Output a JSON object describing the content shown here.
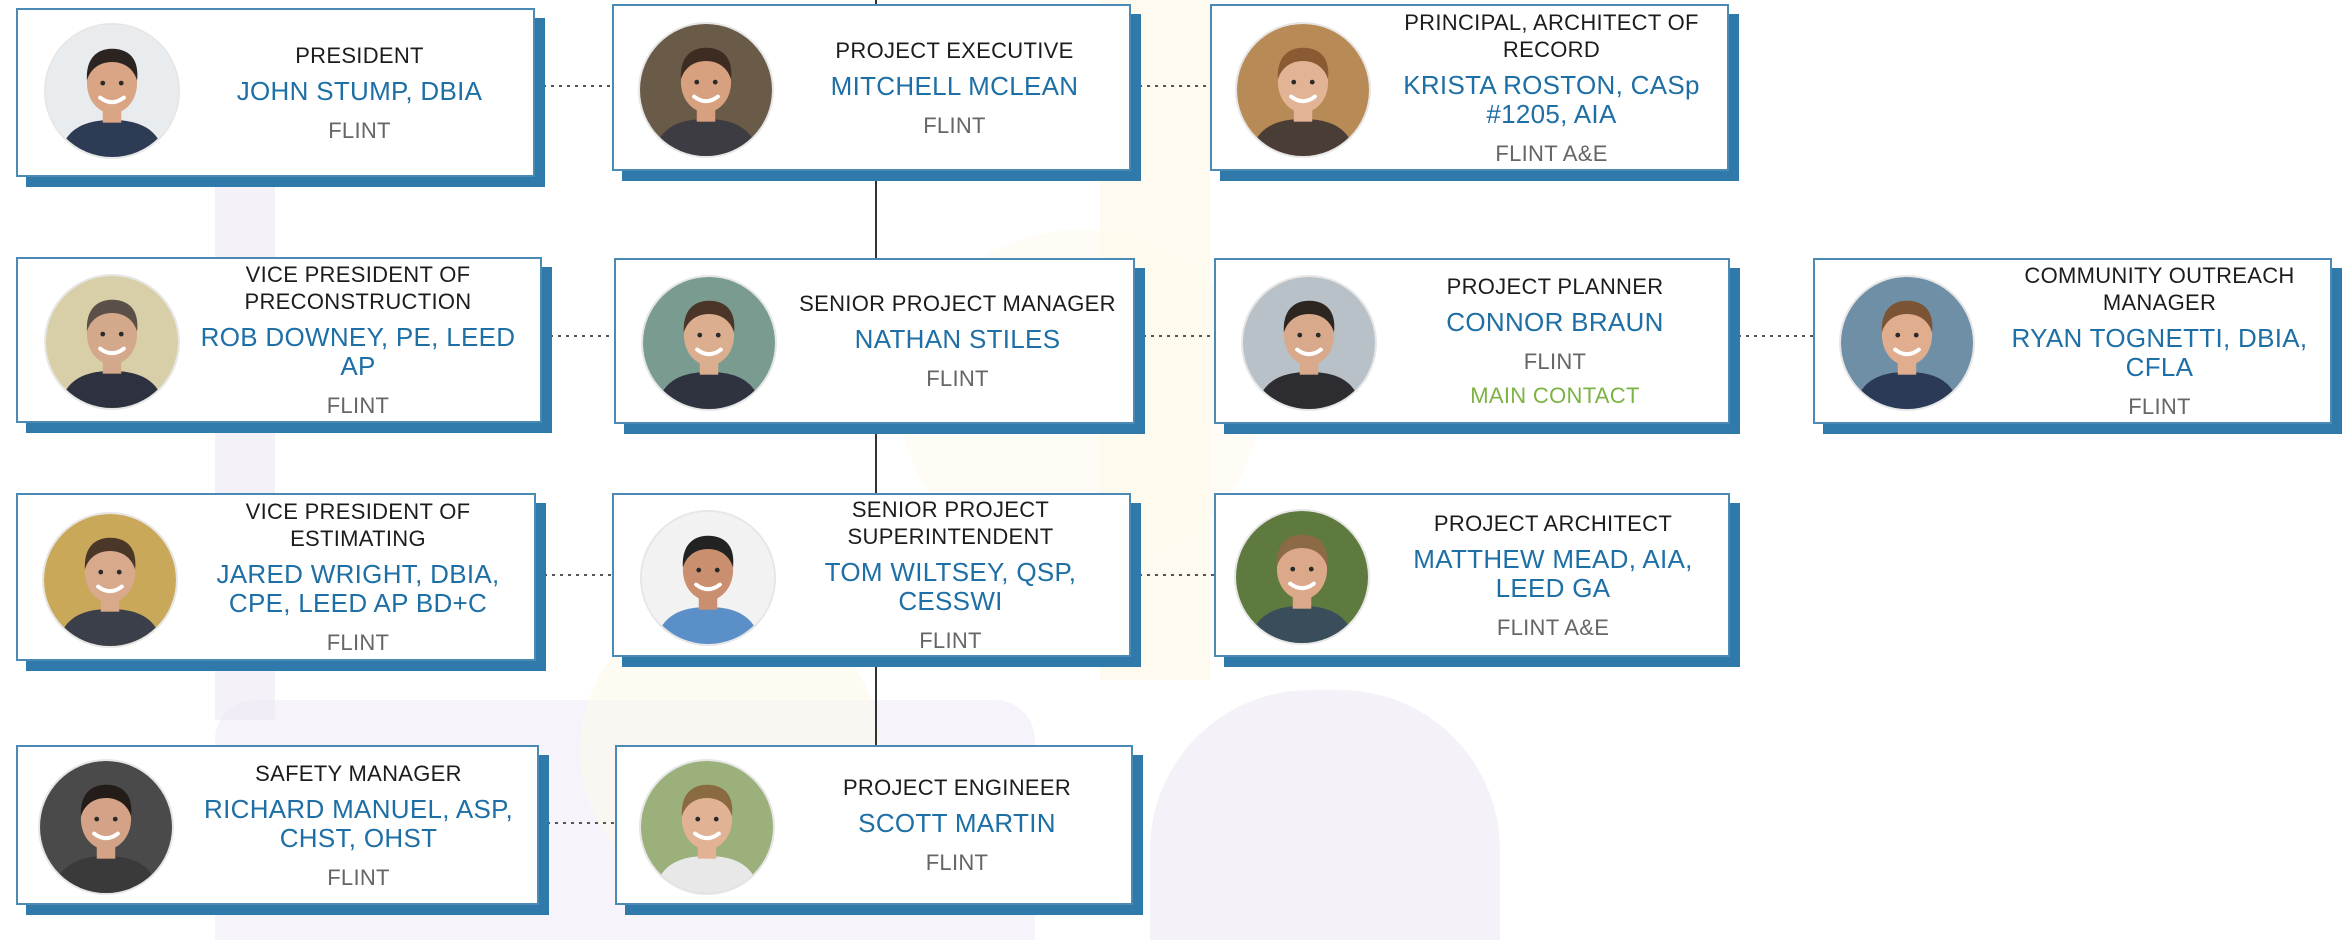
{
  "org_chart": {
    "people": [
      {
        "id": "president",
        "role": "PRESIDENT",
        "name": "JOHN STUMP, DBIA",
        "company": "FLINT",
        "photo_bg": "#e9ecef",
        "skin": "#d9a585",
        "hair": "#2b2420",
        "shirt": "#2d3b55"
      },
      {
        "id": "project-executive",
        "role": "PROJECT EXECUTIVE",
        "name": "MITCHELL MCLEAN",
        "company": "FLINT",
        "photo_bg": "#6a5a48",
        "skin": "#d7a07e",
        "hair": "#3d2c22",
        "shirt": "#3c3c42"
      },
      {
        "id": "principal-architect",
        "role": "PRINCIPAL, ARCHITECT OF RECORD",
        "name": "KRISTA ROSTON, CASp #1205, AIA",
        "company": "FLINT A&E",
        "photo_bg": "#b88a55",
        "skin": "#e3b396",
        "hair": "#8a5a32",
        "shirt": "#4a3d36"
      },
      {
        "id": "vp-preconstruction",
        "role": "VICE PRESIDENT OF PRECONSTRUCTION",
        "name": "ROB DOWNEY, PE, LEED AP",
        "company": "FLINT",
        "photo_bg": "#d8cfa8",
        "skin": "#d4a88a",
        "hair": "#5b5048",
        "shirt": "#2e3240"
      },
      {
        "id": "senior-pm",
        "role": "SENIOR PROJECT MANAGER",
        "name": "NATHAN STILES",
        "company": "FLINT",
        "photo_bg": "#7a9b8f",
        "skin": "#dcae90",
        "hair": "#4a3528",
        "shirt": "#2f3340"
      },
      {
        "id": "project-planner",
        "role": "PROJECT PLANNER",
        "name": "CONNOR BRAUN",
        "company": "FLINT",
        "note": "MAIN CONTACT",
        "photo_bg": "#b8c1c7",
        "skin": "#d9a98b",
        "hair": "#2c2520",
        "shirt": "#2d2d31"
      },
      {
        "id": "community-outreach",
        "role": "COMMUNITY OUTREACH MANAGER",
        "name": "RYAN TOGNETTI, DBIA, CFLA",
        "company": "FLINT",
        "photo_bg": "#6f8fa6",
        "skin": "#e0ad8e",
        "hair": "#7a5435",
        "shirt": "#2b3b57"
      },
      {
        "id": "vp-estimating",
        "role": "VICE PRESIDENT OF ESTIMATING",
        "name": "JARED WRIGHT, DBIA, CPE, LEED AP BD+C",
        "company": "FLINT",
        "photo_bg": "#c9a85a",
        "skin": "#d9a98b",
        "hair": "#4a3728",
        "shirt": "#3a3f4a"
      },
      {
        "id": "senior-superintendent",
        "role": "SENIOR PROJECT SUPERINTENDENT",
        "name": "TOM WILTSEY, QSP, CESSWI",
        "company": "FLINT",
        "photo_bg": "#f2f2f2",
        "skin": "#c98f6e",
        "hair": "#222222",
        "shirt": "#5b8fc7"
      },
      {
        "id": "project-architect",
        "role": "PROJECT ARCHITECT",
        "name": "MATTHEW MEAD, AIA, LEED GA",
        "company": "FLINT A&E",
        "photo_bg": "#5f7a3e",
        "skin": "#dba88a",
        "hair": "#8c6a45",
        "shirt": "#3a4d5a"
      },
      {
        "id": "safety-manager",
        "role": "SAFETY MANAGER",
        "name": "RICHARD MANUEL, ASP, CHST, OHST",
        "company": "FLINT",
        "photo_bg": "#4a4a4a",
        "skin": "#d4a286",
        "hair": "#241c18",
        "shirt": "#3a3a3a"
      },
      {
        "id": "project-engineer",
        "role": "PROJECT ENGINEER",
        "name": "SCOTT MARTIN",
        "company": "FLINT",
        "photo_bg": "#9bb07a",
        "skin": "#e2b295",
        "hair": "#8a6a40",
        "shirt": "#e8e8e8"
      }
    ],
    "colors": {
      "card_border": "#4a8ab5",
      "card_shadow": "#2f7aab",
      "name_text": "#1e6fa5",
      "company_text": "#666666",
      "main_contact_text": "#7cb342",
      "connector": "#333333"
    }
  }
}
